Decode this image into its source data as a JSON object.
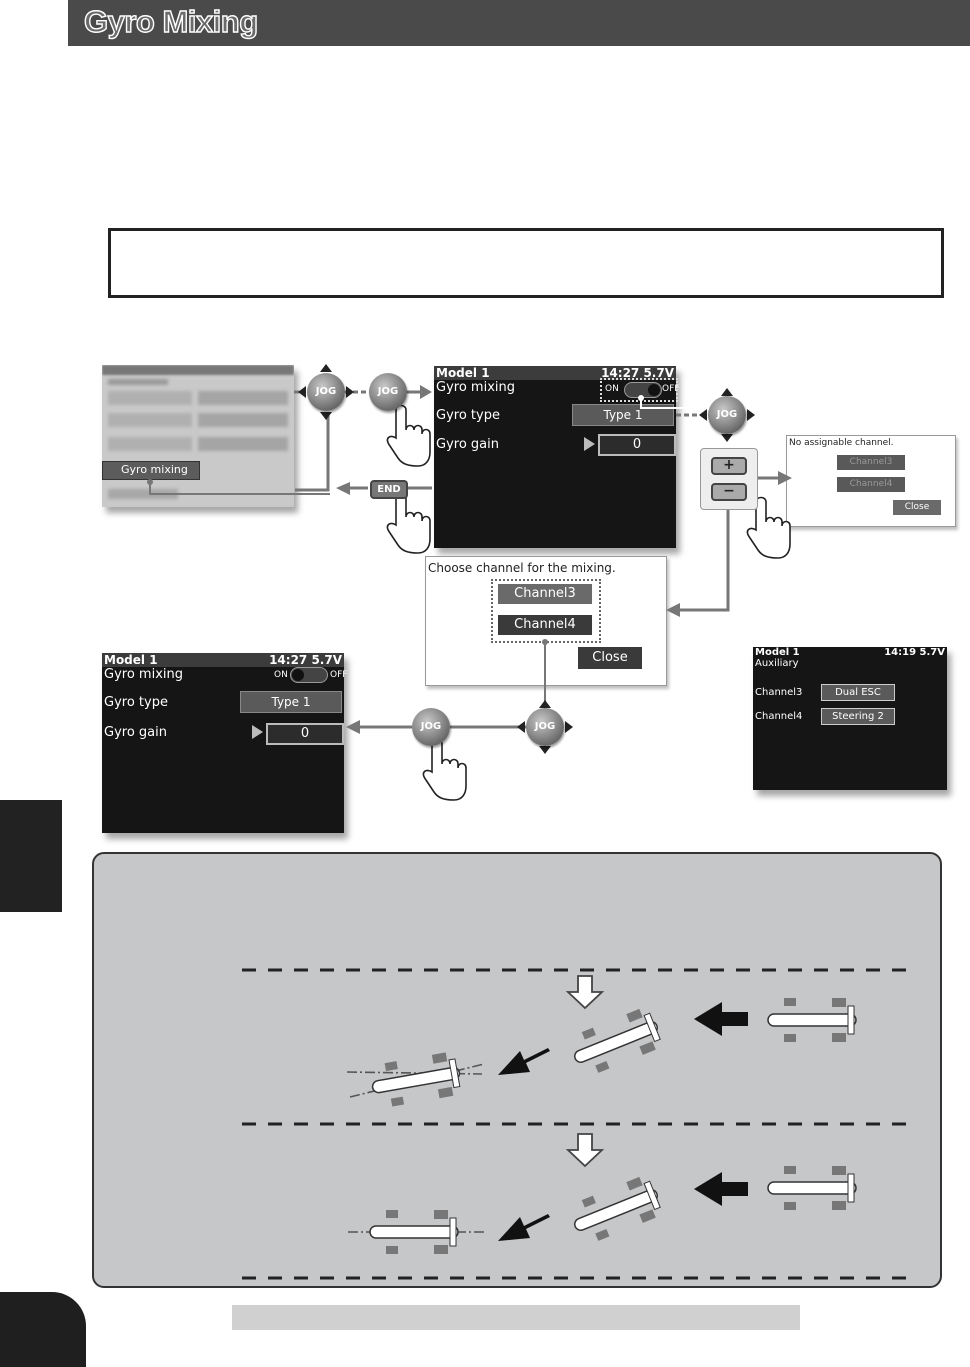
{
  "header": {
    "title": "Gyro Mixing"
  },
  "menu_screen": {
    "highlight_item": "Gyro mixing"
  },
  "gyro_screen": {
    "model": "Model 1",
    "status": "14:27 5.7V",
    "rows": {
      "mixing_label": "Gyro mixing",
      "type_label": "Gyro type",
      "gain_label": "Gyro gain"
    },
    "toggle": {
      "on": "ON",
      "off": "OFF"
    },
    "type_value": "Type 1",
    "gain_value": "0"
  },
  "result_screen": {
    "model": "Model 1",
    "status": "14:27 5.7V",
    "rows": {
      "mixing_label": "Gyro mixing",
      "type_label": "Gyro type",
      "gain_label": "Gyro gain"
    },
    "toggle": {
      "on": "ON",
      "off": "OFF"
    },
    "type_value": "Type 1",
    "gain_value": "0"
  },
  "no_channel_dialog": {
    "message": "No assignable channel.",
    "ch3": "Channel3",
    "ch4": "Channel4",
    "close": "Close"
  },
  "channel_dialog": {
    "title": "Choose channel for the mixing.",
    "ch3": "Channel3",
    "ch4": "Channel4",
    "close": "Close"
  },
  "aux_screen": {
    "model": "Model 1",
    "status": "14:19 5.7V",
    "title": "Auxiliary",
    "ch3_label": "Channel3",
    "ch3_value": "Dual ESC",
    "ch4_label": "Channel4",
    "ch4_value": "Steering 2"
  },
  "controls": {
    "jog": "JOG",
    "end": "END",
    "plus": "+",
    "minus": "−"
  },
  "colors": {
    "title_bar": "#4a4a4a",
    "panel_gray": "#c6c7c9",
    "screen_bg": "#151515"
  }
}
